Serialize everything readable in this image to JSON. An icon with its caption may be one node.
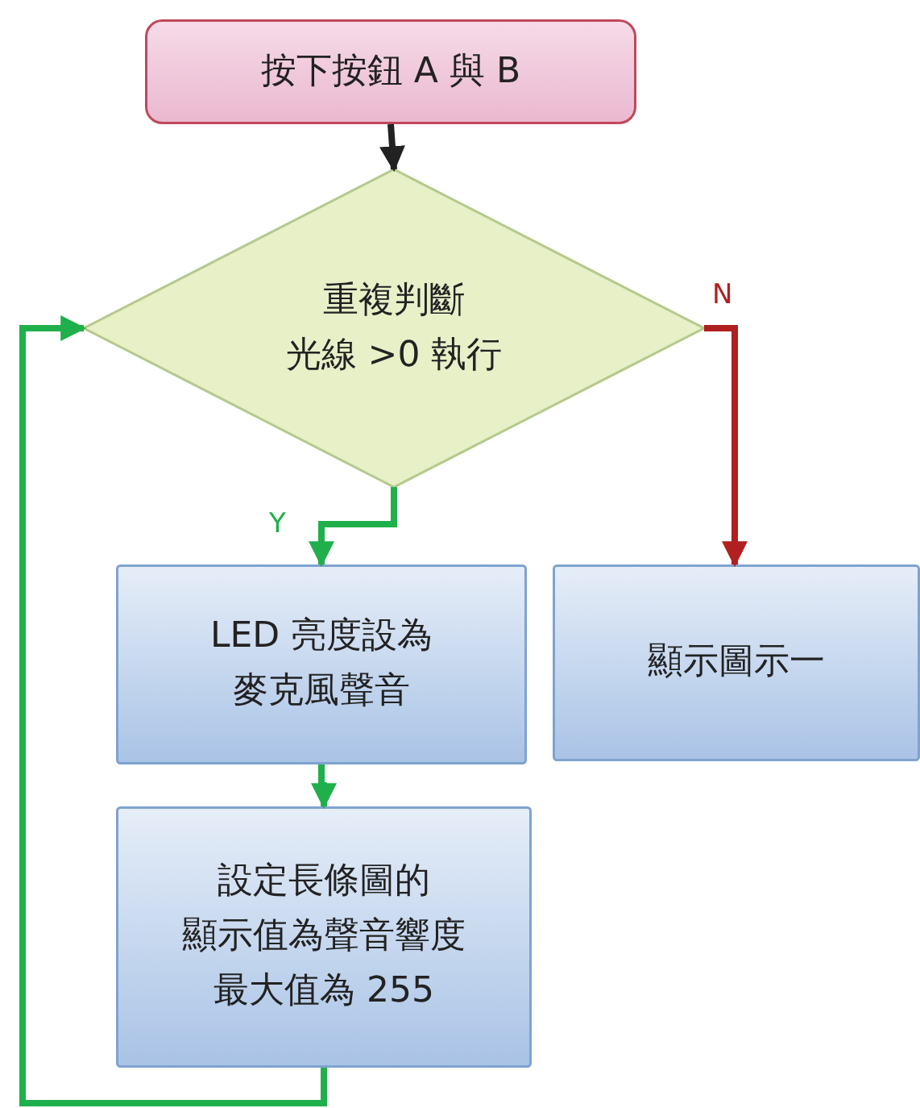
{
  "diagram": {
    "nodes": [
      {
        "text": [
          "按下按鈕 A 與 B"
        ]
      },
      {
        "text": [
          "重複判斷光線 >0 執行"
        ]
      },
      {
        "text": [
          "LED 亮度設為麥克風聲音"
        ]
      },
      {
        "text": [
          "顯示圖示一"
        ]
      },
      {
        "text": [
          "設定長條圖的顯示值為聲音響度最大值為 255"
        ]
      }
    ],
    "edges": [
      {
        "from": 0,
        "to": 1,
        "arrow": "to",
        "color": "#222222"
      },
      {
        "from": 1,
        "to": 2,
        "arrow": "to",
        "label": "Y",
        "color": "#20b04b"
      },
      {
        "from": 1,
        "to": 3,
        "arrow": "to",
        "label": "N",
        "color": "#b02020"
      },
      {
        "from": 2,
        "to": 4,
        "arrow": "to",
        "color": "#20b04b"
      },
      {
        "from": 4,
        "to": 1,
        "arrow": "to",
        "color": "#20b04b"
      }
    ]
  }
}
